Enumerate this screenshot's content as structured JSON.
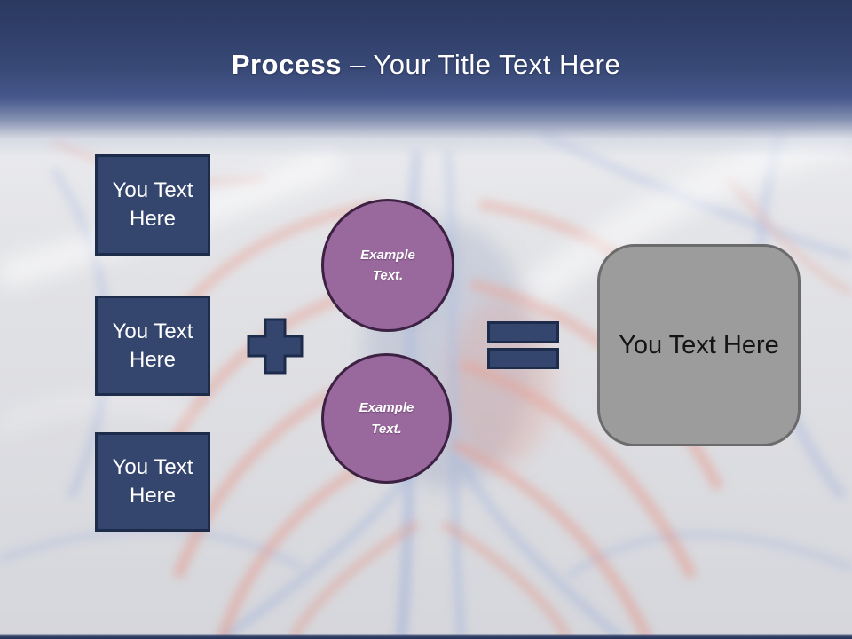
{
  "slide": {
    "title": {
      "bold_text": "Process",
      "regular_text": "– Your Title Text Here"
    },
    "input_boxes": [
      {
        "label": "You Text Here"
      },
      {
        "label": "You Text Here"
      },
      {
        "label": "You Text Here"
      }
    ],
    "operators": {
      "plus": "plus-sign",
      "equals": "equals-sign"
    },
    "example_circles": [
      {
        "label": "Example Text."
      },
      {
        "label": "Example Text."
      }
    ],
    "result_box": {
      "label": "You Text Here"
    },
    "colors": {
      "header_top": "#2b3960",
      "header_mid": "#46588c",
      "shape_navy_fill": "#34466e",
      "shape_navy_border": "#1e2c4c",
      "circle_purple_fill": "#99689c",
      "circle_purple_border": "#3c2142",
      "result_gray_fill": "#9c9c9c",
      "result_gray_border": "#6b6b6b",
      "background_base": "#d4d5da",
      "title_text": "#ffffff",
      "footer_navy": "#2e3c64"
    }
  }
}
